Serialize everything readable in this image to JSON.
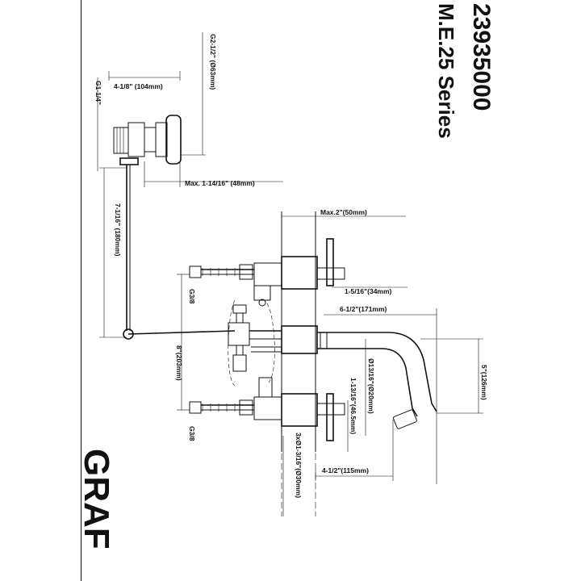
{
  "header": {
    "model_number": "23935000",
    "series": "M.E.25 Series",
    "brand_partial": "GRAF"
  },
  "dimensions": {
    "g2_half": "G2-1/2\" (Ø63mm)",
    "width_4_1_8": "4-1/8\" (104mm)",
    "g1_quarter": "G1-1/4\"",
    "max_1_14_16": "Max. 1-14/16\" (48mm)",
    "rod_7_1_16": "7-1/16\" (180mm)",
    "max_2": "Max.2\"(50mm)",
    "d_1_5_16": "1-5/16\"(34mm)",
    "d_6_1_2": "6-1/2\"(171mm)",
    "g3_8_top": "G3/8",
    "g3_8_bottom": "G3/8",
    "d_8": "8\"(203mm)",
    "d_13_16": "Ø13/16\"(Ø20mm)",
    "d_5": "5\"(126mm)",
    "d_1_13_16": "1-13/16\"(46.5mm)",
    "d_3x": "3xØ1-3/16\"(Ø30mm)",
    "d_4_1_2": "4-1/2\"(115mm)"
  }
}
